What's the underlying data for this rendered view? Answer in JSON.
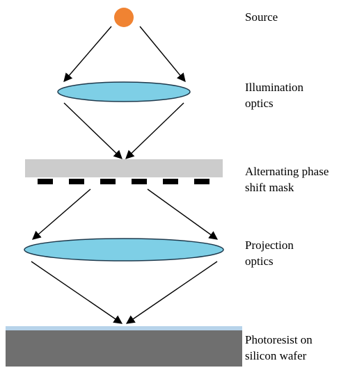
{
  "colors": {
    "source": "#f08332",
    "lens_fill": "#7ecfe6",
    "lens_stroke": "#1f3a4d",
    "mask": "#cccccc",
    "mask_features": "#000000",
    "photoresist": "#b7d3ea",
    "wafer": "#6f6f6f",
    "arrows": "#000000"
  },
  "labels": {
    "source": [
      "Source"
    ],
    "illumination_optics": [
      "Illumination",
      "optics"
    ],
    "phase_shift_mask": [
      "Alternating phase",
      "shift mask"
    ],
    "projection_optics": [
      "Projection",
      "optics"
    ],
    "wafer": [
      "Photoresist on",
      "silicon wafer"
    ]
  }
}
